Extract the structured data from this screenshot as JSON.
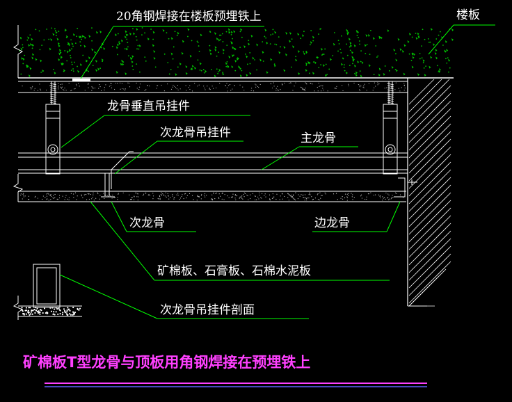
{
  "labels": {
    "angle_steel": "20角钢焊接在楼板预埋铁上",
    "floor_slab": "楼板",
    "main_hanger": "龙骨垂直吊挂件",
    "secondary_hanger": "次龙骨吊挂件",
    "main_keel": "主龙骨",
    "secondary_keel": "次龙骨",
    "edge_keel": "边龙骨",
    "board_types": "矿棉板、石膏板、石棉水泥板",
    "hanger_section": "次龙骨吊挂件剖面"
  },
  "title": "矿棉板T型龙骨与顶板用角钢焊接在预埋铁上",
  "colors": {
    "background": "#000000",
    "text": "#ffffff",
    "leader": "#00ff00",
    "structure": "#ffffff",
    "concrete_speckle": "#00c000",
    "title": "#ff40ff",
    "underline_magenta": "#ff40ff",
    "underline_blue": "#6060ff"
  }
}
